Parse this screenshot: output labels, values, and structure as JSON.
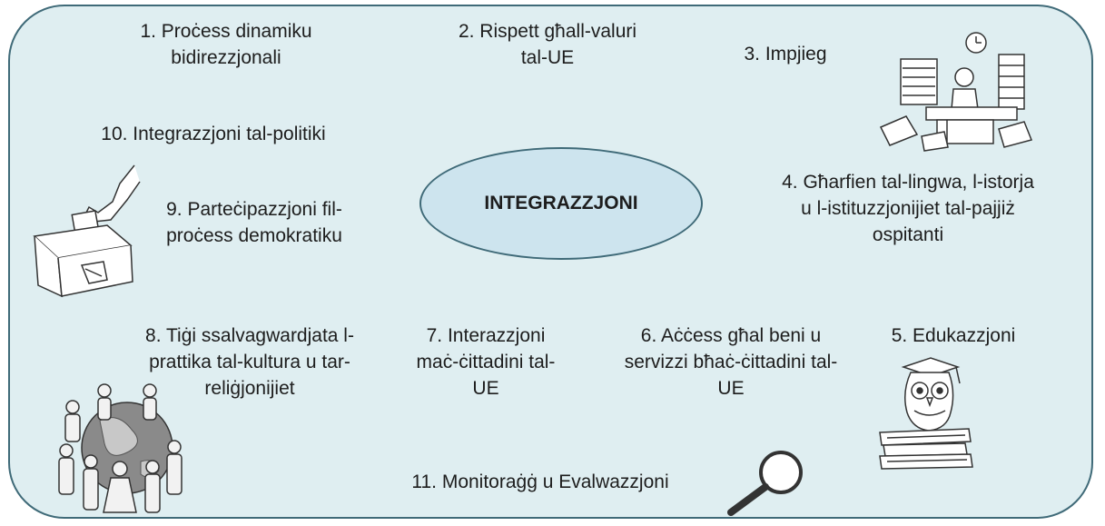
{
  "center": "INTEGRAZZJONI",
  "items": [
    {
      "id": "1",
      "lines": [
        "1. Proċess dinamiku",
        "bidirezzjonali"
      ]
    },
    {
      "id": "2",
      "lines": [
        "2. Rispett għall-valuri",
        "tal-UE"
      ]
    },
    {
      "id": "3",
      "lines": [
        "3. Impjieg"
      ]
    },
    {
      "id": "4",
      "lines": [
        "4. Għarfien tal-lingwa, l-istorja",
        "u l-istituzzjonijiet tal-pajjiż",
        "ospitanti"
      ]
    },
    {
      "id": "5",
      "lines": [
        "5. Edukazzjoni"
      ]
    },
    {
      "id": "6",
      "lines": [
        "6. Aċċess għal beni u",
        "servizzi bħaċ-ċittadini tal-",
        "UE"
      ]
    },
    {
      "id": "7",
      "lines": [
        "7. Interazzjoni",
        "maċ-ċittadini tal-",
        "UE"
      ]
    },
    {
      "id": "8",
      "lines": [
        "8. Tiġi ssalvagwardjata l-",
        "prattika tal-kultura u tar-",
        "reliġjonijiet"
      ]
    },
    {
      "id": "9",
      "lines": [
        "9. Parteċipazzjoni fil-",
        "proċess demokratiku"
      ]
    },
    {
      "id": "10",
      "lines": [
        "10. Integrazzjoni tal-politiki"
      ]
    },
    {
      "id": "11",
      "lines": [
        "11. Monitoraġġ u Evalwazzjoni"
      ]
    }
  ],
  "icons": [
    "office-worker-icon",
    "ballot-box-icon",
    "people-around-globe-icon",
    "owl-on-books-icon",
    "magnifying-glass-icon"
  ]
}
